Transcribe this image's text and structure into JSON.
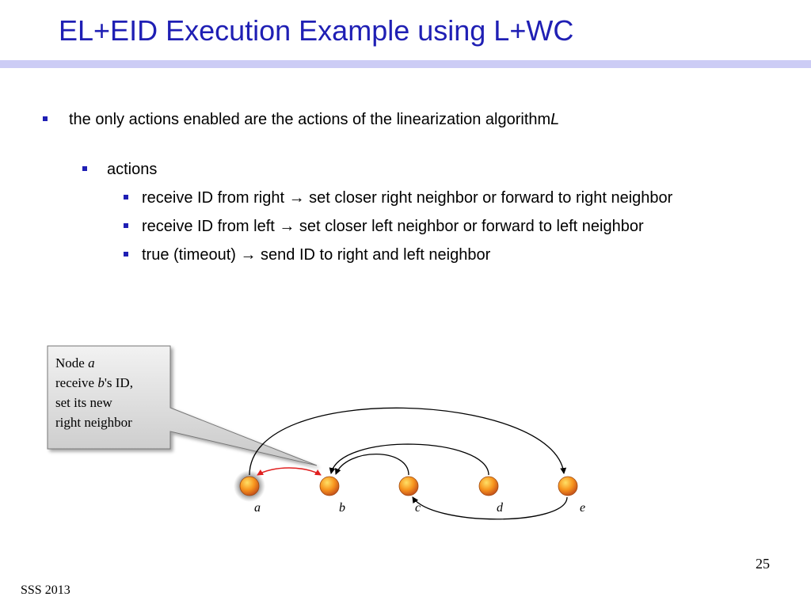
{
  "slide": {
    "title": "EL+EID Execution Example using L+WC",
    "page_number": "25",
    "footer": "SSS 2013"
  },
  "bullets": {
    "level1": {
      "text": "the only actions enabled are the actions of the linearization algorithm ",
      "emphasis": "L"
    },
    "level2": {
      "text": "actions"
    },
    "level3": [
      "receive ID from right → set closer right neighbor or forward to right neighbor",
      "receive ID from left →  set closer left neighbor or forward to left neighbor",
      "true (timeout) → send ID to right and left neighbor"
    ]
  },
  "callout": {
    "line1_pre": "Node ",
    "line1_em": "a",
    "line2_pre": "receive ",
    "line2_em": "b",
    "line2_post": "'s ID,",
    "line3": "set its  new",
    "line4": "right neighbor"
  },
  "diagram": {
    "nodes": [
      {
        "id": "a",
        "highlighted": true
      },
      {
        "id": "b",
        "highlighted": false
      },
      {
        "id": "c",
        "highlighted": false
      },
      {
        "id": "d",
        "highlighted": false
      },
      {
        "id": "e",
        "highlighted": false
      }
    ],
    "edges": [
      {
        "from": "a",
        "to": "b",
        "style": "red-bidirectional"
      },
      {
        "from": "a",
        "to": "e",
        "style": "black-arc-above"
      },
      {
        "from": "d",
        "to": "b",
        "style": "black-arc-above"
      },
      {
        "from": "c",
        "to": "b",
        "style": "black-arc-above"
      },
      {
        "from": "e",
        "to": "c",
        "style": "black-arc-below"
      }
    ]
  },
  "colors": {
    "title": "#1f1fb4",
    "bullet": "#1f1fb4",
    "title_bar": "#ccccf5",
    "node_fill": "#f7941d",
    "highlight_edge": "#e02020"
  }
}
